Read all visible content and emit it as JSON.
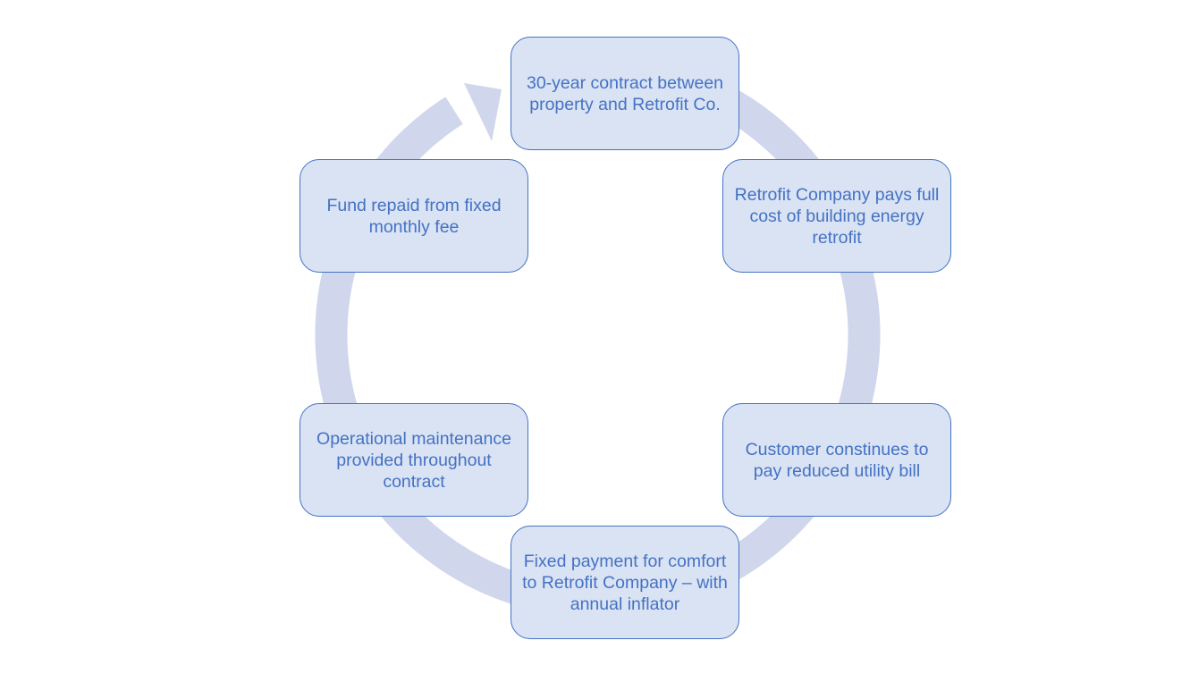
{
  "diagram": {
    "colors": {
      "ring": "#d0d6ec",
      "node_fill": "#dae3f3",
      "node_border": "#4472c4",
      "text": "#4472c4"
    },
    "nodes": [
      {
        "id": "contract",
        "text": "30-year contract between property and Retrofit Co."
      },
      {
        "id": "pays",
        "text": "Retrofit Company pays full cost of building energy retrofit"
      },
      {
        "id": "bill",
        "text": "Customer constinues to pay reduced utility bill"
      },
      {
        "id": "payment",
        "text": "Fixed payment for comfort to Retrofit Company – with annual inflator"
      },
      {
        "id": "maintenance",
        "text": "Operational maintenance provided throughout contract"
      },
      {
        "id": "fund",
        "text": "Fund repaid from fixed monthly fee"
      }
    ]
  }
}
